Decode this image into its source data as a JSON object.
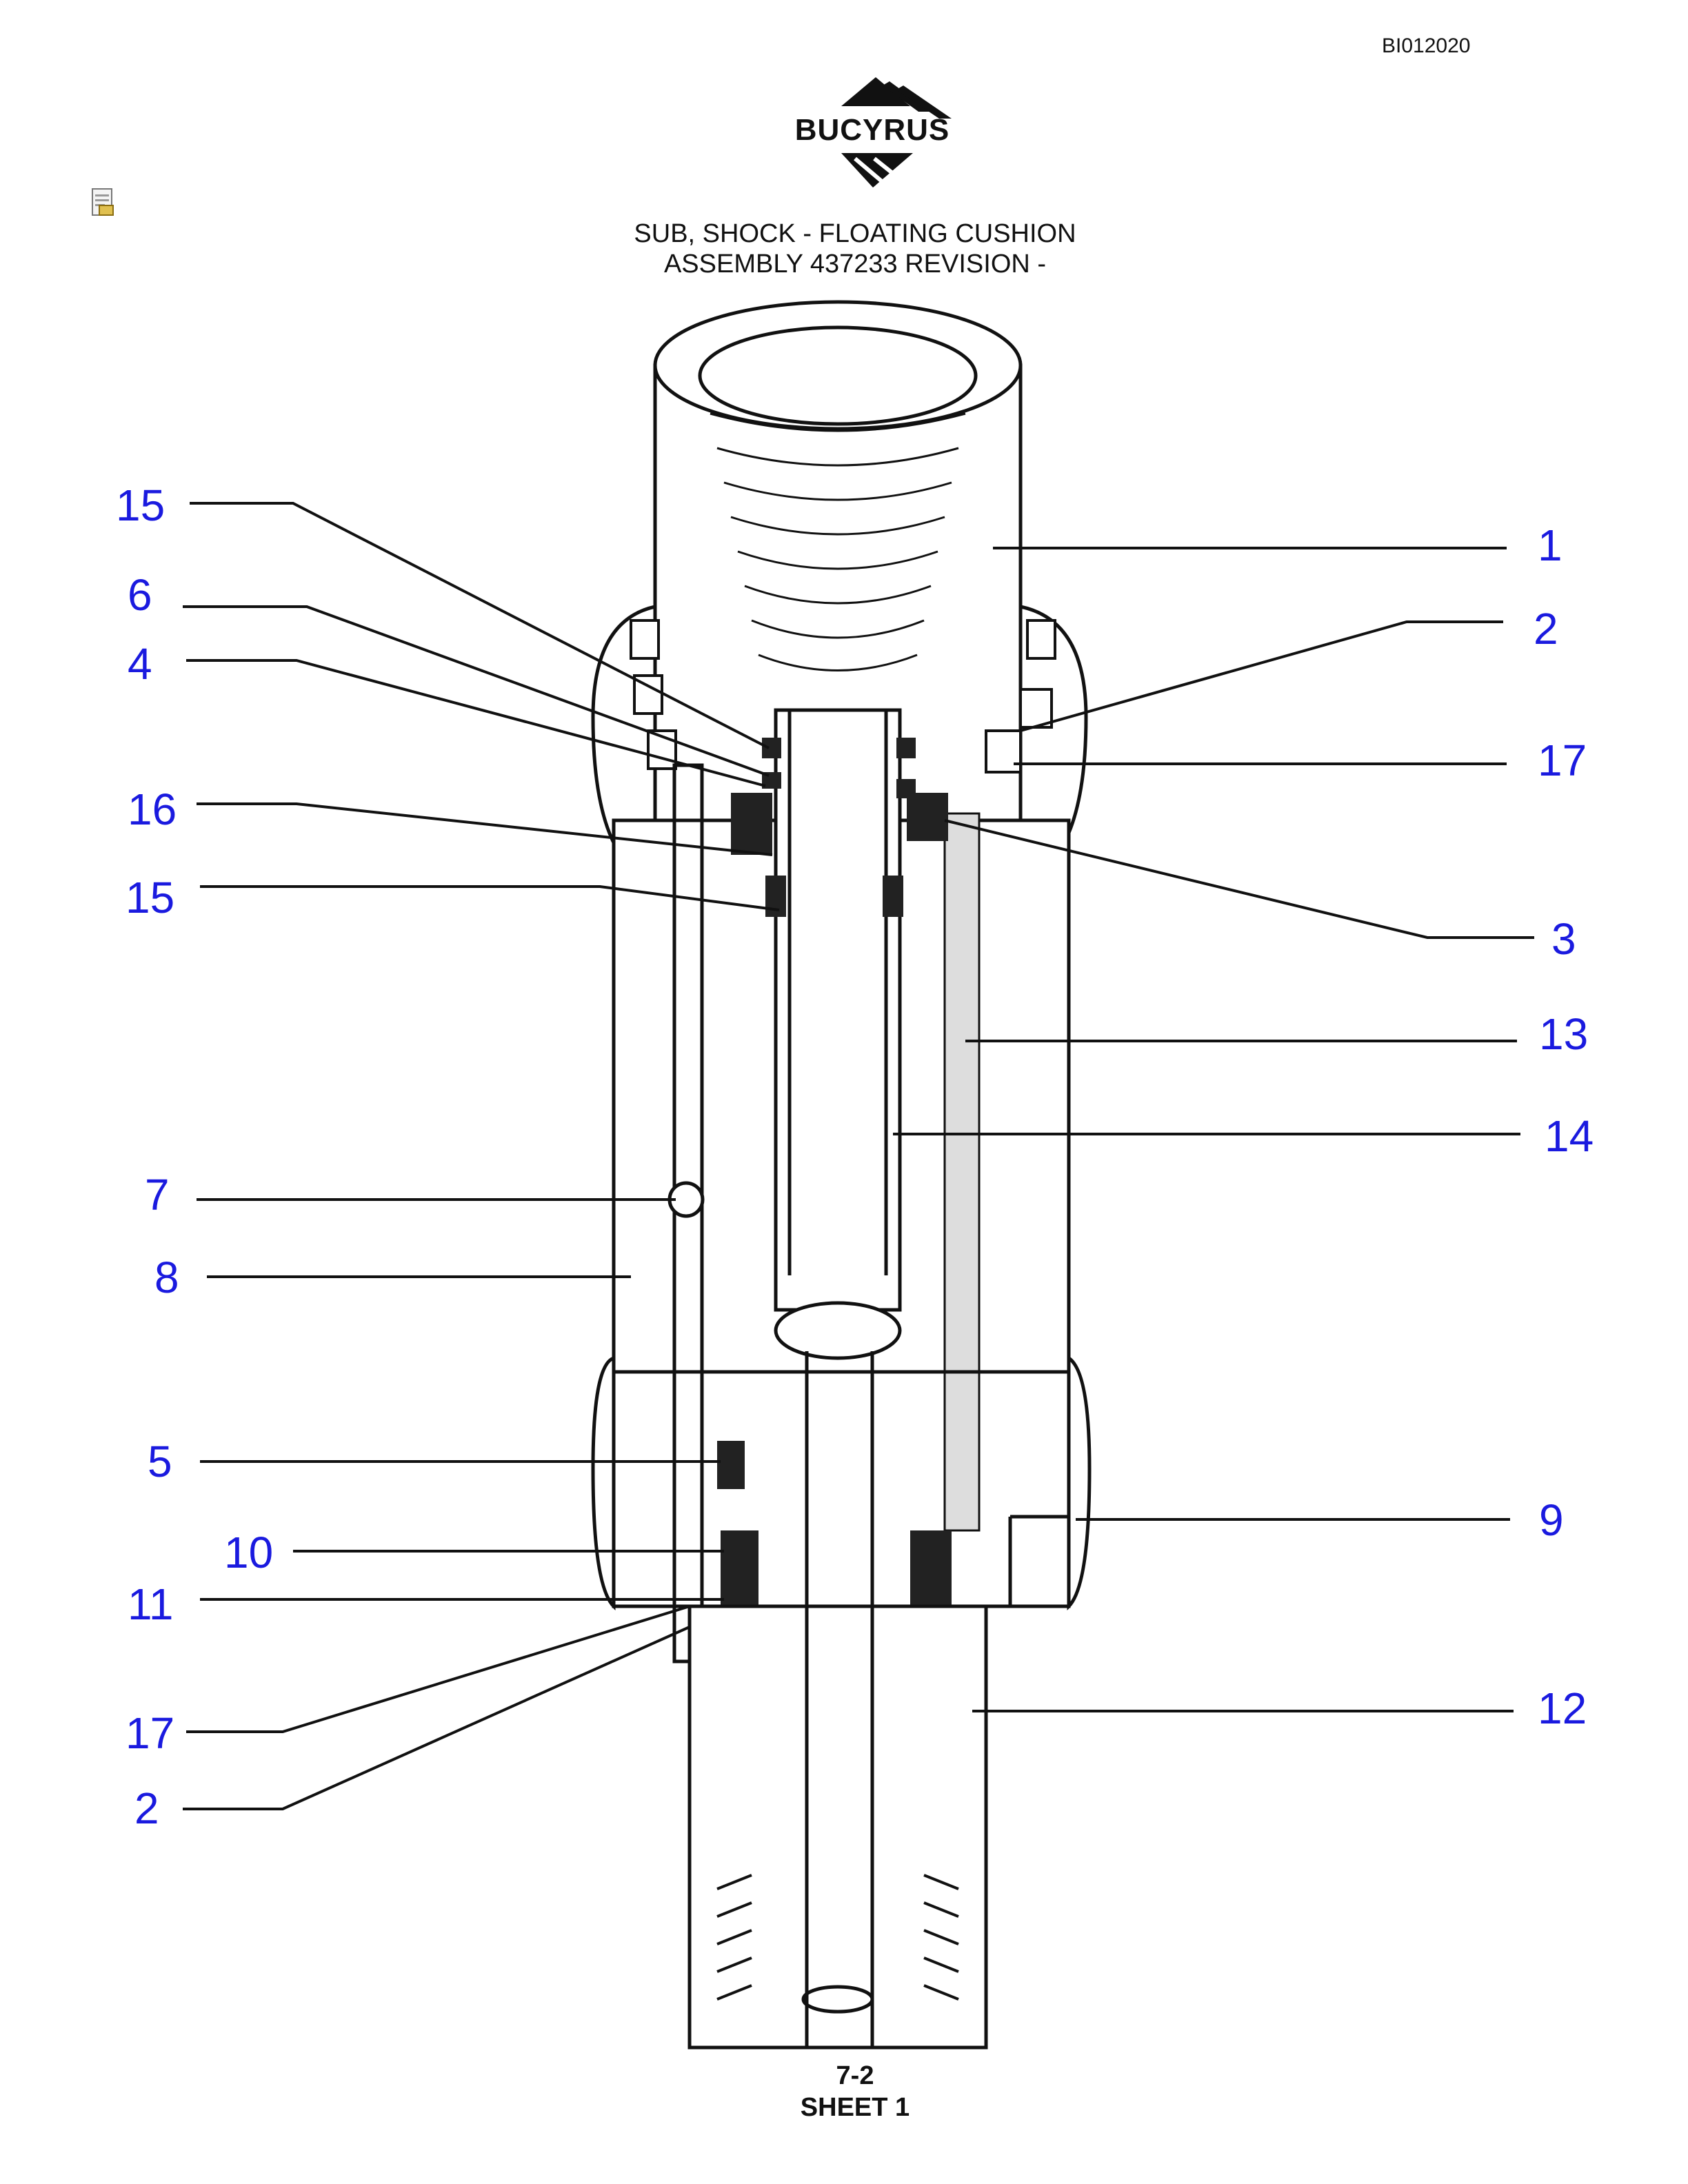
{
  "document_id": "BI012020",
  "brand": "BUCYRUS",
  "title_line1": "SUB, SHOCK - FLOATING CUSHION",
  "title_line2": "ASSEMBLY 437233 REVISION -",
  "page_number": "7-2",
  "sheet_label": "SHEET 1",
  "icons": {
    "file": "document-icon",
    "logo": "bucyrus-logo"
  },
  "colors": {
    "callout": "#1a1adf",
    "line": "#111111"
  },
  "callouts": {
    "left": [
      "15",
      "6",
      "4",
      "16",
      "15",
      "7",
      "8",
      "5",
      "10",
      "11",
      "17",
      "2"
    ],
    "right": [
      "1",
      "2",
      "17",
      "3",
      "13",
      "14",
      "9",
      "12"
    ]
  }
}
